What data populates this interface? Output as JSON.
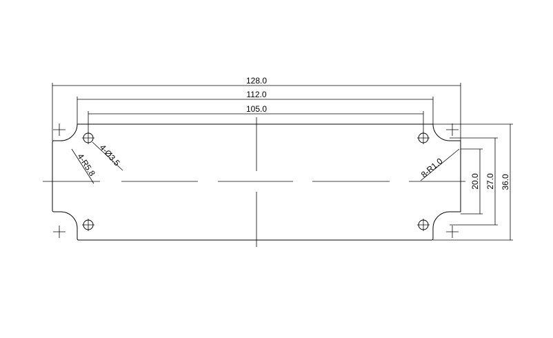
{
  "dimensions": {
    "overall_width": "128.0",
    "slot_spacing": "112.0",
    "hole_spacing": "105.0",
    "overall_height": "36.0",
    "outer_height": "27.0",
    "inner_height": "20.0"
  },
  "callouts": {
    "hole_diameter": "4-Ø3.5",
    "corner_radius": "4-R5.8",
    "fillet_radius": "8-R1.0"
  }
}
